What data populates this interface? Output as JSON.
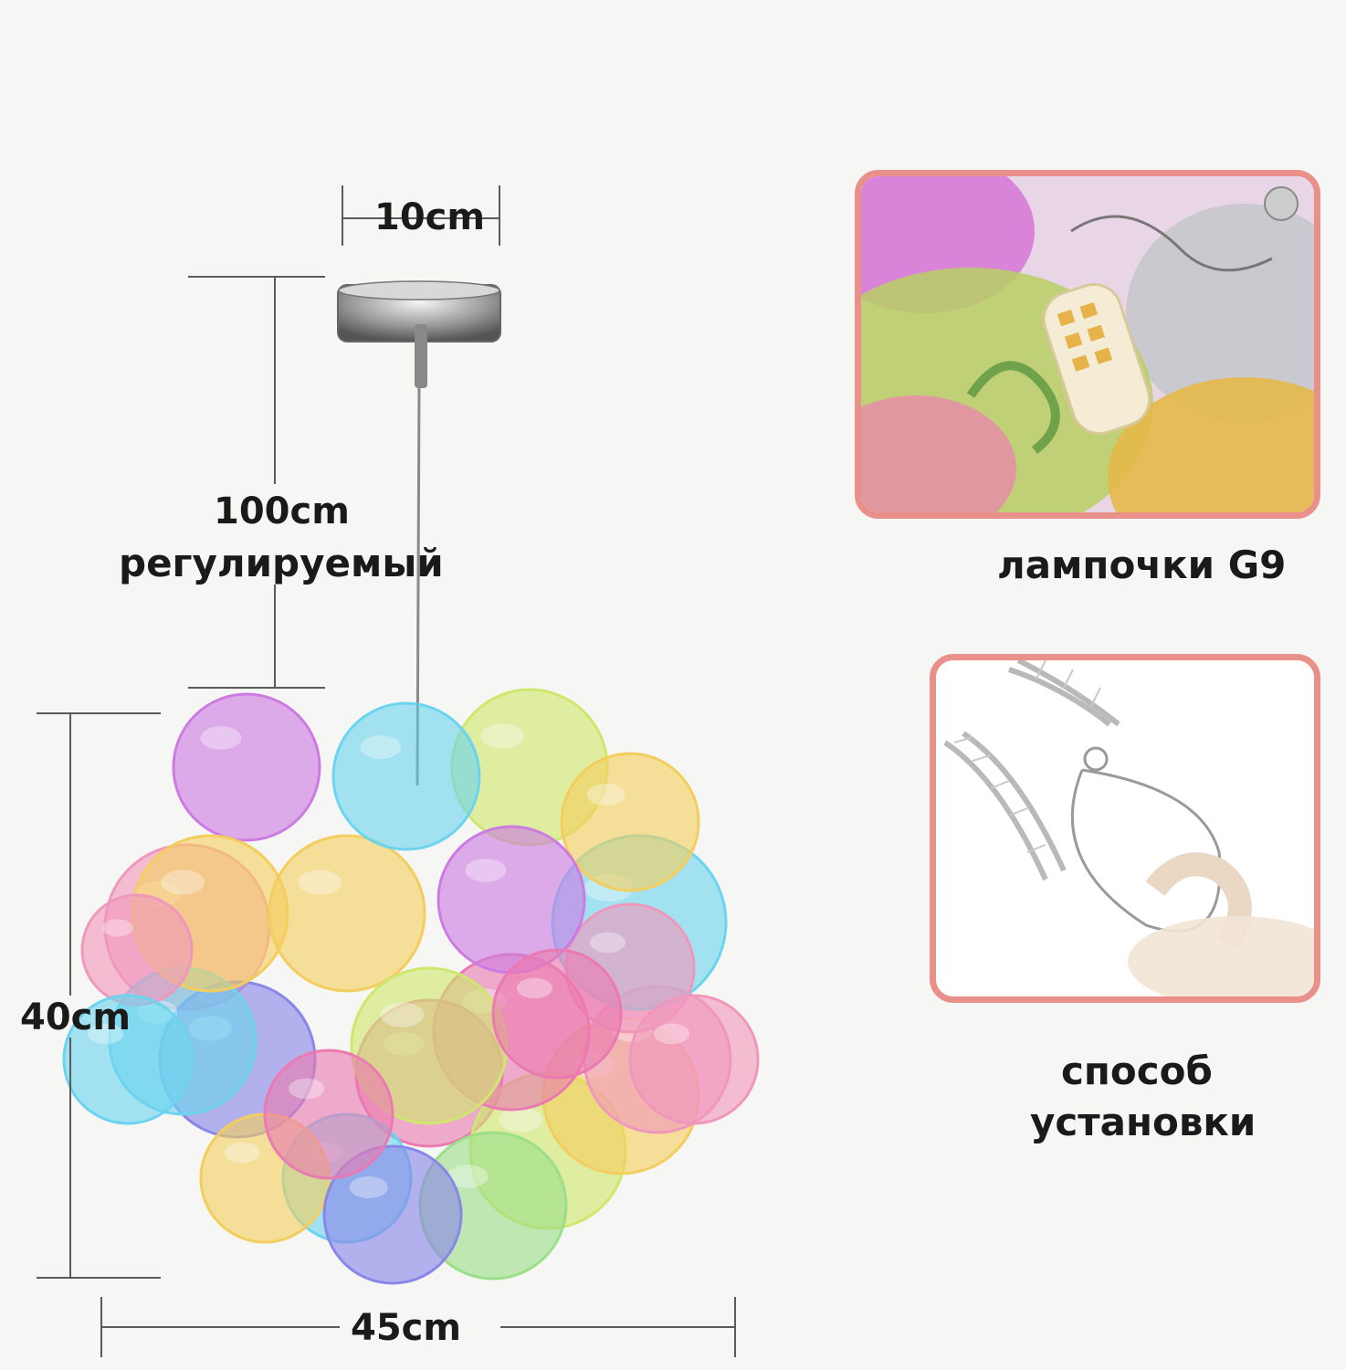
{
  "dimensions": {
    "canopy_width": "10cm",
    "cord_length": "100cm",
    "cord_note": "регулируемый",
    "height": "40cm",
    "width": "45cm"
  },
  "details": {
    "bulb_caption": "лампочки G9",
    "install_caption_line1": "способ",
    "install_caption_line2": "установки"
  },
  "colors": {
    "frame": "#e9908a",
    "dimension_line": "#5a5a5a",
    "background": "#f6f6f4"
  },
  "globe_colors": [
    "#c86be0",
    "#5ad0ee",
    "#c9e55a",
    "#f3c94a",
    "#f08bb5",
    "#7a78e6",
    "#e96aa8",
    "#8fdc7a",
    "#f4a94e"
  ]
}
